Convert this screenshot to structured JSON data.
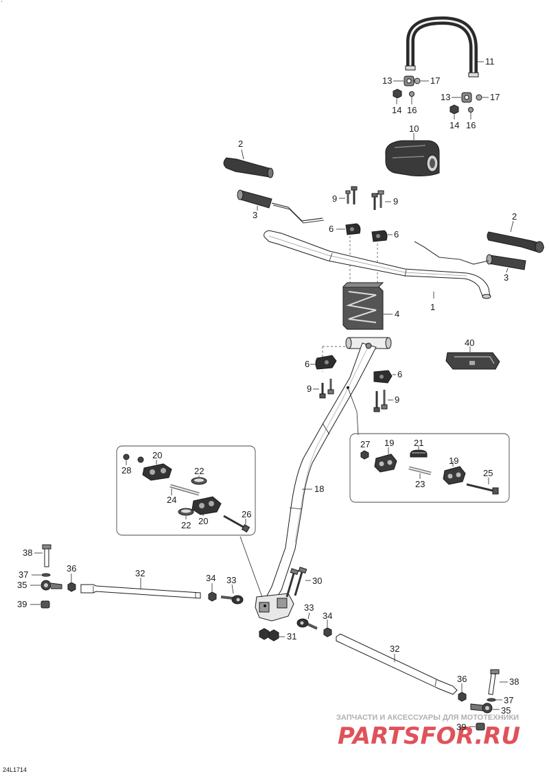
{
  "diagram": {
    "ref_code": "24L1714",
    "corner_mark": "'",
    "watermark": {
      "tagline": "ЗАПЧАСТИ И АКСЕССУАРЫ ДЛЯ МОТОТЕХНИКИ",
      "brand": "PARTSFOR.RU",
      "brand_color": "#e0525a"
    },
    "labels": {
      "handlebar": "1",
      "grip_left": "2",
      "grip_right": "2",
      "heater_left": "3",
      "heater_right": "3",
      "riser_block": "4",
      "clamp_top_left": "6",
      "clamp_top_right": "6",
      "clamp_bottom_left": "6",
      "clamp_bottom_right": "6",
      "bolt_top_left": "9",
      "bolt_top_right": "9",
      "bolt_bottom_left": "9",
      "bolt_bottom_right": "9",
      "pad": "10",
      "hoop": "11",
      "clip_left": "13",
      "clip_right": "13",
      "nut_left": "14",
      "nut_right": "14",
      "washer_left_16": "16",
      "washer_right_16": "16",
      "washer_left_17": "17",
      "washer_right_17": "17",
      "steering_column": "18",
      "inset_right_bushing_a": "19",
      "inset_right_bushing_b": "19",
      "inset_left_bracket_a": "20",
      "inset_left_bracket_b": "20",
      "inset_right_cap": "21",
      "inset_left_ring_a": "22",
      "inset_left_ring_b": "22",
      "inset_right_sleeve": "23",
      "inset_left_sleeve": "24",
      "inset_right_bolt": "25",
      "inset_left_bolt": "26",
      "inset_right_nut": "27",
      "inset_left_nut": "28",
      "column_bolt": "30",
      "column_nut": "31",
      "tie_rod_left": "32",
      "tie_rod_right": "32",
      "rod_end_left": "33",
      "rod_end_right": "33",
      "jam_nut_left": "34",
      "jam_nut_right": "34",
      "ball_joint_left": "35",
      "ball_joint_right": "35",
      "lock_nut_left": "36",
      "lock_nut_right": "36",
      "washer_left_37": "37",
      "washer_right_37": "37",
      "pin_left": "38",
      "pin_right": "38",
      "cap_left": "39",
      "cap_right": "39",
      "decal": "40"
    }
  }
}
